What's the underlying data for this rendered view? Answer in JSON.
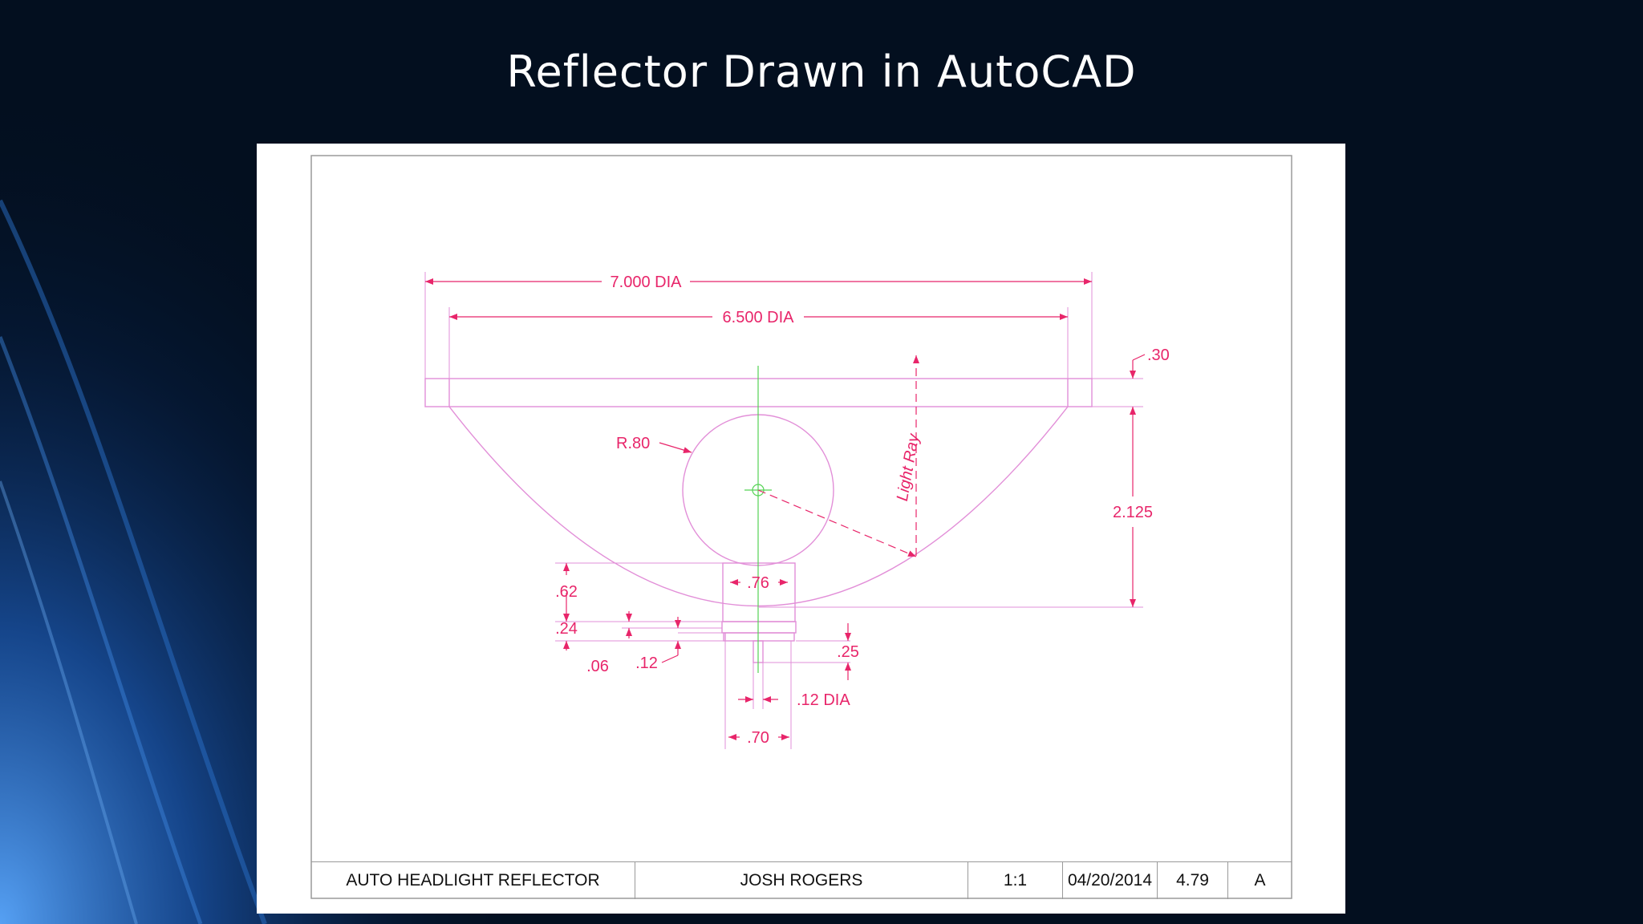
{
  "slide": {
    "title": "Reflector Drawn in AutoCAD"
  },
  "drawing": {
    "dimensions": {
      "outer_dia": "7.000 DIA",
      "inner_dia": "6.500 DIA",
      "rim_thickness": ".30",
      "depth": "2.125",
      "bulb_radius": "R.80",
      "light_ray": "Light Ray",
      "neck_width": ".76",
      "base_height": ".62",
      "collar_height": ".24",
      "ring_offset": ".06",
      "ring_height": ".12",
      "pin_length": ".25",
      "pin_dia": ".12 DIA",
      "base_width": ".70"
    },
    "title_block": {
      "part_name": "AUTO HEADLIGHT REFLECTOR",
      "drawn_by": "JOSH ROGERS",
      "scale": "1:1",
      "date": "04/20/2014",
      "number": "4.79",
      "revision": "A"
    },
    "colors": {
      "dimension": "#e8256a",
      "geometry": "#e28fd8",
      "centerline": "#54d354"
    }
  }
}
